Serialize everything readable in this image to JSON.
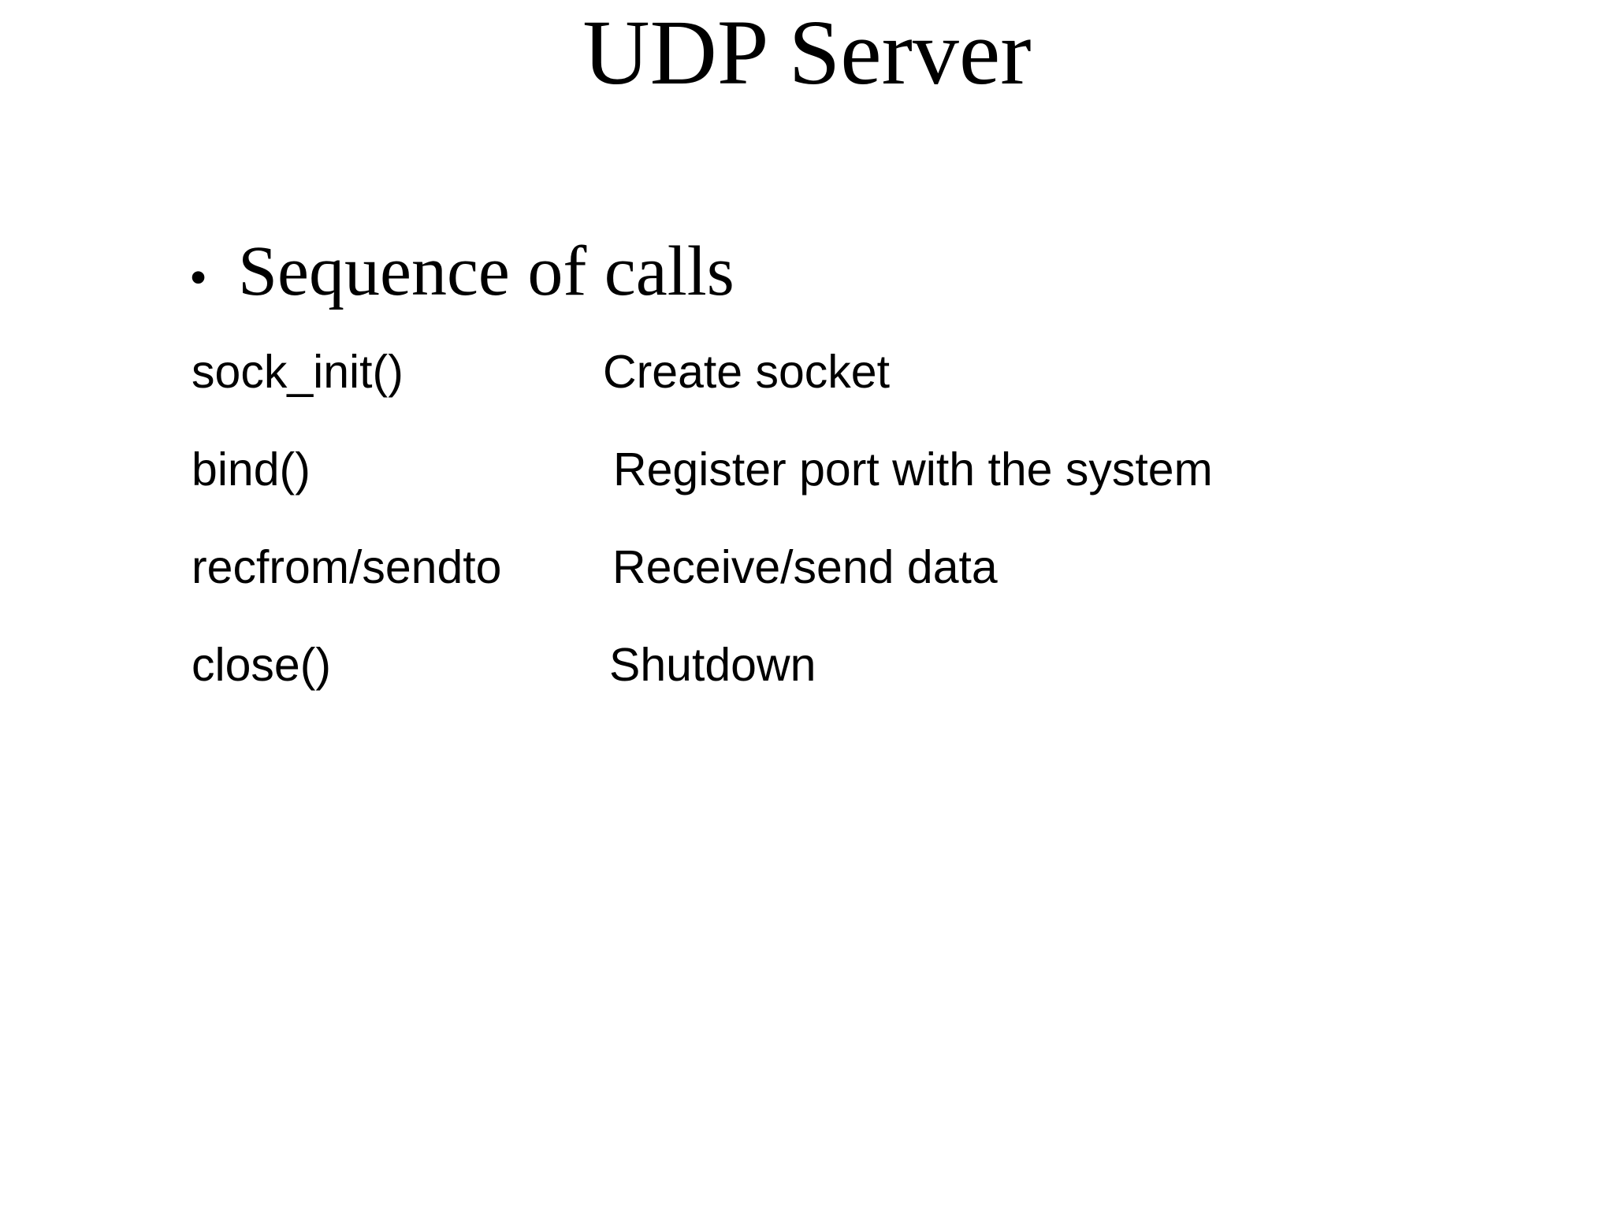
{
  "slide": {
    "title": "UDP Server",
    "background_color": "#ffffff",
    "text_color": "#000000",
    "bullet": {
      "marker": "•",
      "text": "Sequence of calls"
    },
    "calls": [
      {
        "name": "sock_init()",
        "description": "Create socket"
      },
      {
        "name": "bind()",
        "description": "Register port with the system"
      },
      {
        "name": "recfrom/sendto",
        "description": "Receive/send data"
      },
      {
        "name": "close()",
        "description": "Shutdown"
      }
    ]
  }
}
